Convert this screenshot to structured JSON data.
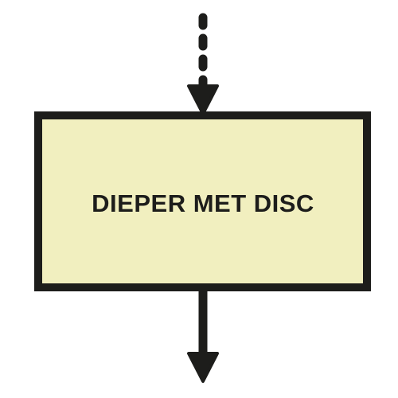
{
  "diagram": {
    "node": {
      "label": "DIEPER MET DISC",
      "fill_color": "#f1efbf",
      "stroke_color": "#1d1d1b"
    },
    "incoming_edge": {
      "style": "dashed",
      "color": "#1d1d1b"
    },
    "outgoing_edge": {
      "style": "solid",
      "color": "#1d1d1b"
    },
    "background_color": "#ffffff"
  }
}
